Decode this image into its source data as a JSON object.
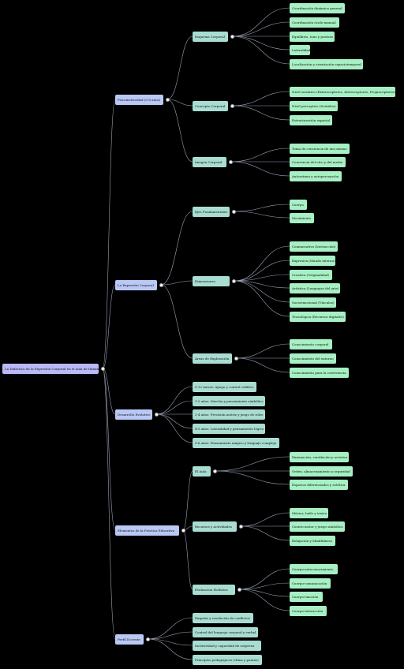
{
  "colors": {
    "root": "#b9b9f7",
    "level1": "#b9c8f5",
    "level2": "#a9ddd1",
    "level3": "#a6f0c4",
    "link": "#9aa3b5",
    "background": "#000000"
  },
  "tree": {
    "label": "La Didáctica de la Expresión Corporal en el aula de Infantil",
    "children": [
      {
        "label": "Psicomotricidad (0-6 años)",
        "children": [
          {
            "label": "Esquema Corporal",
            "children": [
              {
                "label": "Coordinación dinámica general"
              },
              {
                "label": "Coordinación óculo-manual"
              },
              {
                "label": "Equilibrio, tono y postura"
              },
              {
                "label": "Lateralidad"
              },
              {
                "label": "Localización y orientación espaciotemporal"
              }
            ]
          },
          {
            "label": "Concepto Corporal",
            "children": [
              {
                "label": "Nivel sensitivo (Exteroceptores, Interoceptores, Propioceptores)"
              },
              {
                "label": "Nivel perceptivo (Sentidos)"
              },
              {
                "label": "Estructuración espacial"
              }
            ]
          },
          {
            "label": "Imagen Corporal",
            "children": [
              {
                "label": "Toma de conciencia de uno mismo"
              },
              {
                "label": "Conciencia del otro y del medio"
              },
              {
                "label": "Autoestima y autopercepción"
              }
            ]
          }
        ]
      },
      {
        "label": "La Expresión Corporal",
        "children": [
          {
            "label": "Ejes Fundamentales",
            "children": [
              {
                "label": "Cuerpo"
              },
              {
                "label": "Movimiento"
              }
            ]
          },
          {
            "label": "Dimensiones",
            "children": [
              {
                "label": "Comunicativa (Interacción)"
              },
              {
                "label": "Expresiva (Mundo interno)"
              },
              {
                "label": "Creativa (Originalidad)"
              },
              {
                "label": "Artística (Lenguajes del arte)"
              },
              {
                "label": "Socioemocional (Vínculos)"
              },
              {
                "label": "Tecnológica (Recursos digitales)"
              }
            ]
          },
          {
            "label": "Áreas de Exploración",
            "children": [
              {
                "label": "Conocimiento corporal"
              },
              {
                "label": "Conocimiento del entorno"
              },
              {
                "label": "Conocimiento para la convivencia"
              }
            ]
          }
        ]
      },
      {
        "label": "Desarrollo Evolutivo",
        "children": [
          {
            "label": "0-12 meses: Apego y control cefálico"
          },
          {
            "label": "1-2 años: Marcha y pensamiento simbólico"
          },
          {
            "label": "2-4 años: Precisión motriz y juego de roles"
          },
          {
            "label": "4-5 años: Lateralidad y pensamiento lógico"
          },
          {
            "label": "5-6 años: Pensamiento mágico y lenguaje complejo"
          }
        ]
      },
      {
        "label": "Elementos de la Práctica Educativa",
        "children": [
          {
            "label": "El Aula",
            "children": [
              {
                "label": "Iluminación, ventilación y acústica"
              },
              {
                "label": "Orden, almacenamiento y seguridad"
              },
              {
                "label": "Espacios diferenciados y estética"
              }
            ]
          },
          {
            "label": "Recursos y Actividades",
            "children": [
              {
                "label": "Música, baile y teatro"
              },
              {
                "label": "Cuento motor y juego simbólico"
              },
              {
                "label": "Relajación y Mindfulness"
              }
            ]
          },
          {
            "label": "Evaluación Holística",
            "children": [
              {
                "label": "Cuerpo-autoconocimiento"
              },
              {
                "label": "Cuerpo-comunicación"
              },
              {
                "label": "Cuerpo-emoción"
              },
              {
                "label": "Cuerpo-interacción"
              }
            ]
          }
        ]
      },
      {
        "label": "Perfil Docente",
        "children": [
          {
            "label": "Empatía y resolución de conflictos"
          },
          {
            "label": "Control del lenguaje corporal y verbal"
          },
          {
            "label": "Inclusividad y capacidad de sorpresa"
          },
          {
            "label": "Principios pedagógicos (clima y pautas)"
          }
        ]
      }
    ]
  }
}
